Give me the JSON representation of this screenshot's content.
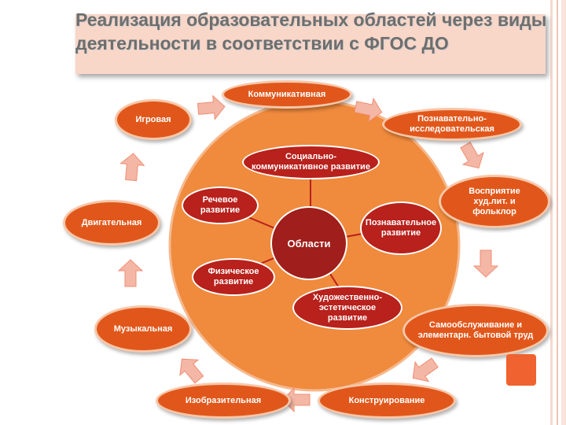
{
  "title": "Реализация образовательных областей через виды деятельности в соответствии с ФГОС ДО",
  "center_label": "Области",
  "areas": [
    "Социально-коммуникативное развитие",
    "Познавательное развитие",
    "Художественно-эстетическое развитие",
    "Физическое развитие",
    "Речевое развитие"
  ],
  "activities": [
    "Коммуникативная",
    "Познавательно-исследовательская",
    "Восприятие худ.лит. и фольклор",
    "Самообслуживание и элементарн. бытовой труд",
    "Конструирование",
    "Изобразительная",
    "Музыкальная",
    "Двигательная",
    "Игровая"
  ],
  "colors": {
    "big_circle": "#f08a3c",
    "outer_oval": "#e1571b",
    "inner_oval": "#b8211c",
    "center_circle": "#a01e1b",
    "arrow": "#f4b7a6",
    "title_band": "#f8d6c8",
    "title_text": "#6e6e6e"
  }
}
